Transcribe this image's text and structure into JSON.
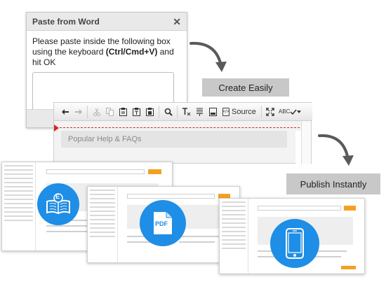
{
  "dialog": {
    "title": "Paste from Word",
    "close_glyph": "✕",
    "text_before": "Please paste inside the following box using the keyboard ",
    "shortcut": "(Ctrl/Cmd+V)",
    "text_after": " and hit OK"
  },
  "toolbar": {
    "source_label": "Source",
    "source_icon_glyph": "</>",
    "spell_label": "ABC",
    "icons": {
      "undo": "undo-icon",
      "redo": "redo-icon",
      "cut": "cut-icon",
      "copy": "copy-icon",
      "paste": "paste-icon",
      "paste_text": "paste-text-icon",
      "paste_word": "paste-word-icon",
      "find": "find-icon",
      "remove_format": "remove-format-icon",
      "paragraph": "paragraph-icon",
      "template": "template-icon",
      "maximize": "maximize-icon",
      "spellcheck": "spellcheck-icon"
    }
  },
  "editor": {
    "content_text": "Popular Help & FAQs"
  },
  "callouts": {
    "create": "Create Easily",
    "publish": "Publish Instantly"
  },
  "formats": {
    "epub_letter": "E",
    "pdf_label": "PDF"
  },
  "colors": {
    "circle": "#1e8ee6",
    "callout_bg": "#c8c8c8",
    "marker": "#e02020",
    "search_button": "#f5a020"
  }
}
